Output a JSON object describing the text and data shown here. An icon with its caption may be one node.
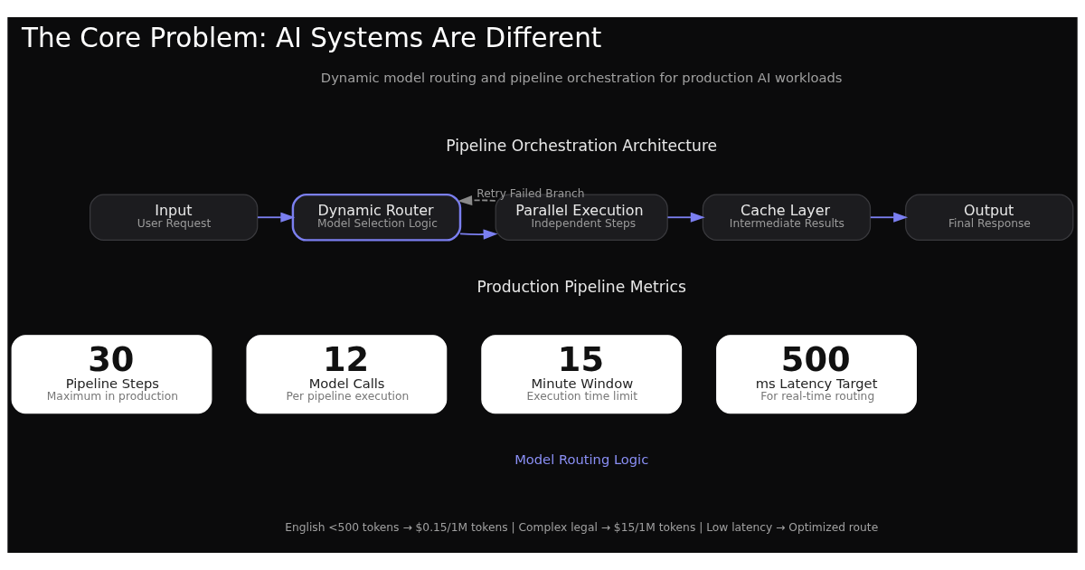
{
  "diagram": {
    "title": "The Core Problem: AI Systems Are Different",
    "nodes": [
      {
        "text": [
          "Input",
          "User Request"
        ]
      },
      {
        "text": [
          "Dynamic Router",
          "Model Selection Logic"
        ]
      },
      {
        "text": [
          "Parallel Execution",
          "Independent Steps"
        ]
      },
      {
        "text": [
          "Cache Layer",
          "Intermediate Results"
        ]
      },
      {
        "text": [
          "Output",
          "Final Response"
        ]
      },
      {
        "text": [
          "30",
          "Pipeline Steps",
          "Maximum in production"
        ]
      },
      {
        "text": [
          "12",
          "Model Calls",
          "Per pipeline execution"
        ]
      },
      {
        "text": [
          "15",
          "Minute Window",
          "Execution time limit"
        ]
      },
      {
        "text": [
          "500",
          "ms Latency Target",
          "For real-time routing"
        ]
      }
    ],
    "edges": [
      {
        "from": 0,
        "to": 1,
        "arrow": "to"
      },
      {
        "from": 1,
        "to": 2,
        "arrow": "to"
      },
      {
        "from": 2,
        "to": 3,
        "arrow": "to"
      },
      {
        "from": 3,
        "to": 4,
        "arrow": "to"
      },
      {
        "from": 2,
        "to": 1,
        "arrow": "to",
        "label": "Retry Failed Branch",
        "style": "dashed",
        "color": "#8a8a8a"
      }
    ],
    "labels": [
      "Dynamic model routing and pipeline orchestration for production AI workloads",
      "Pipeline Orchestration Architecture",
      "Production Pipeline Metrics",
      "Model Routing Logic",
      "English <500 tokens → $0.15/1M tokens | Complex legal → $15/1M tokens | Low latency → Optimized route"
    ]
  }
}
